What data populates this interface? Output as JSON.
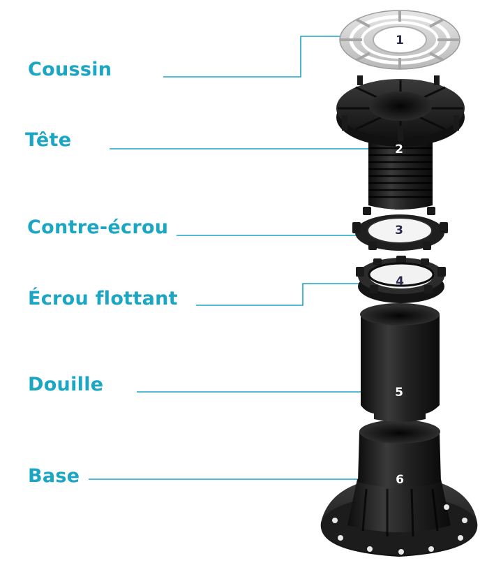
{
  "colors": {
    "accent": "#1ba6c4",
    "part": "#1e1e1e",
    "cushion": "#d2d2d2"
  },
  "parts": [
    {
      "number": "1",
      "label": "Coussin"
    },
    {
      "number": "2",
      "label": "Tête"
    },
    {
      "number": "3",
      "label": "Contre-écrou"
    },
    {
      "number": "4",
      "label": "Écrou flottant"
    },
    {
      "number": "5",
      "label": "Douille"
    },
    {
      "number": "6",
      "label": "Base"
    }
  ]
}
